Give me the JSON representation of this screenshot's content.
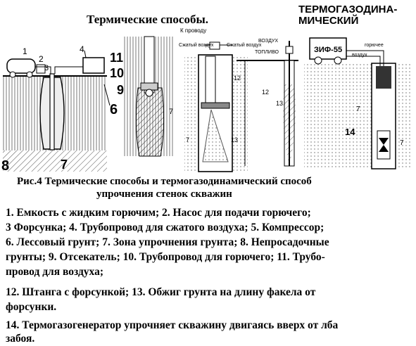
{
  "titles": {
    "thermal_methods": "Термические способы.",
    "thermogas_dynamic": [
      "ТЕРМОГАЗОДИНА-",
      "МИЧЕСКИЙ"
    ]
  },
  "figure_labels": {
    "fig1": [
      "1",
      "2",
      "3",
      "4",
      "6",
      "8",
      "7"
    ],
    "fig2": [
      "11",
      "10",
      "9",
      "7"
    ],
    "fig3": [
      "К проводу",
      "Сжатый воздух",
      "Сжатый воздух",
      "12",
      "13",
      "7"
    ],
    "fig4": [
      "ВОЗДУХ",
      "ТОПЛИВО",
      "12",
      "13"
    ],
    "fig5": [
      "ЗИФ-55",
      "горючее",
      "воздух",
      "7",
      "14",
      "7"
    ]
  },
  "caption": {
    "line1": "Рис.4  Термические способы и термогазодинамический способ",
    "line2": "упрочнения стенок скважин"
  },
  "legend": [
    "1. Емкость с жидким горючим; 2. Насос для подачи горючего;",
    "3 Форсунка; 4. Трубопровод для сжатого воздуха; 5. Компрессор;",
    "6. Лессовый грунт; 7. Зона упрочнения грунта; 8. Непросадочные",
    "грунты; 9. Отсекатель; 10. Трубопровод для горючего; 11. Трубо-",
    "провод для воздуха;",
    "12. Штанга с форсункой;  13. Обжиг грунта на длину факела от",
    "форсунки.",
    " 14. Термогазогенератор упрочняет скважину двигаясь вверх от лба",
    "забоя."
  ]
}
